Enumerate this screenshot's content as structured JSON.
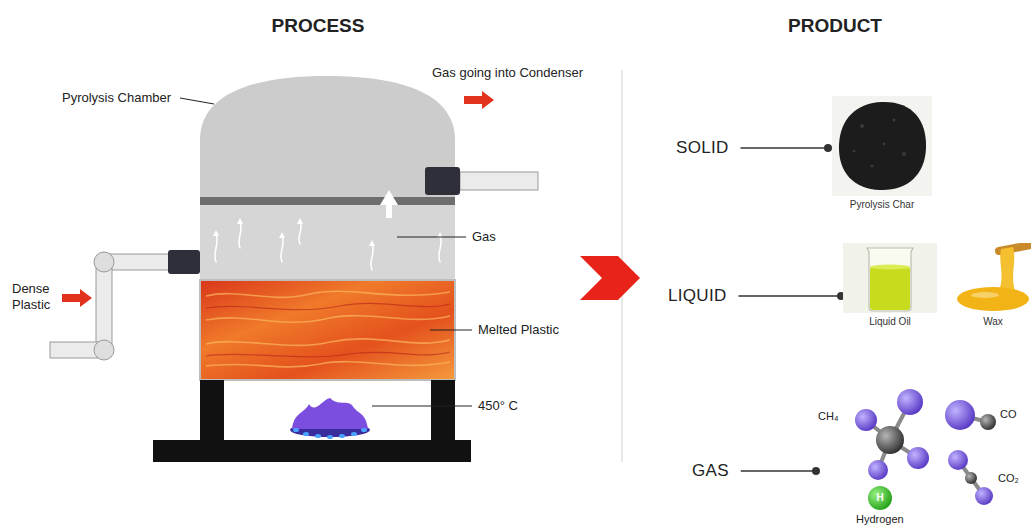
{
  "diagram": {
    "nodes": [
      {
        "text": [
          "SOLID"
        ]
      },
      {
        "text": [
          "Pyrolysis Char"
        ]
      },
      {
        "text": [
          "LIQUID"
        ]
      },
      {
        "text": [
          "Liquid Oil"
        ]
      },
      {
        "text": [
          "Wax"
        ]
      },
      {
        "text": [
          "GAS"
        ]
      },
      {
        "text": [
          "CH₄",
          "CO",
          "CO₂",
          "Hydrogen"
        ]
      }
    ],
    "edges": [
      {
        "from": 0,
        "to": 1,
        "arrow": "none"
      },
      {
        "from": 2,
        "to": 3,
        "arrow": "none"
      },
      {
        "from": 5,
        "to": 6,
        "arrow": "none"
      }
    ],
    "labels": [
      "PROCESS",
      "PRODUCT",
      "Pyrolysis Chamber",
      "Gas going into Condenser",
      "Gas",
      "Dense Plastic",
      "Melted Plastic",
      "450° C",
      "H"
    ]
  }
}
